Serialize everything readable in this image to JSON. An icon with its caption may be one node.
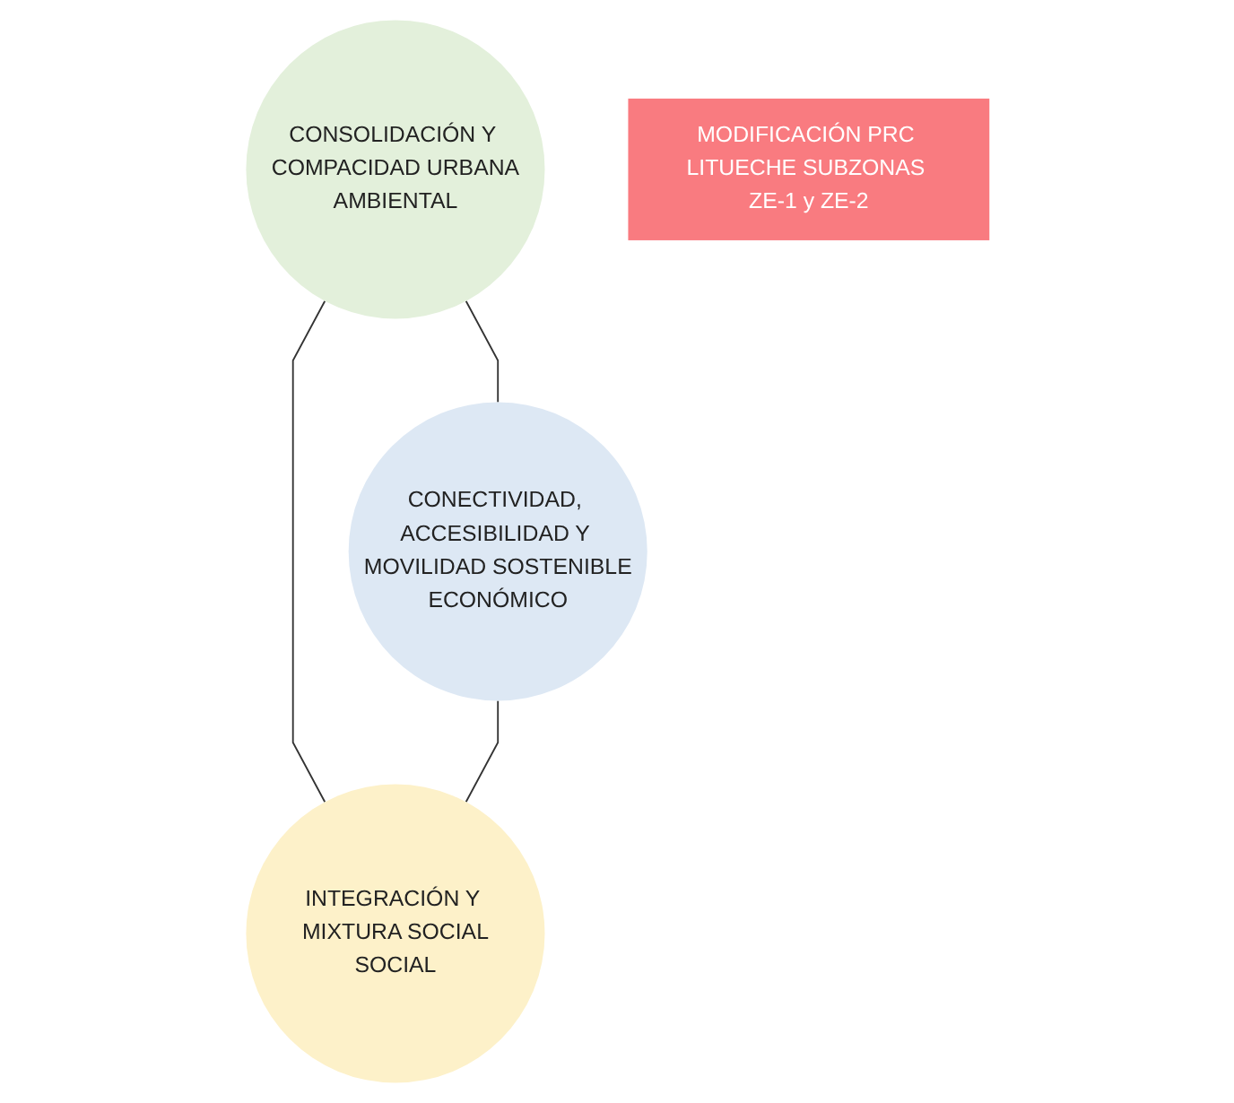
{
  "diagram": {
    "nodes": [
      {
        "text": [
          "CONSOLIDACIÓN Y COMPACIDAD URBANA",
          "AMBIENTAL"
        ]
      },
      {
        "text": [
          "MODIFICACIÓN PRC LITUECHE SUBZONAS ZE-1 y ZE-2"
        ]
      },
      {
        "text": [
          "CONECTIVIDAD, ACCESIBILIDAD Y MOVILIDAD SOSTENIBLE",
          "ECONÓMICO"
        ]
      },
      {
        "text": [
          "INTEGRACIÓN Y MIXTURA SOCIAL",
          "SOCIAL"
        ]
      }
    ],
    "edges": [
      {
        "from": 0,
        "to": 2,
        "arrow": "none"
      },
      {
        "from": 0,
        "to": 3,
        "arrow": "none"
      },
      {
        "from": 2,
        "to": 3,
        "arrow": "none"
      }
    ]
  }
}
